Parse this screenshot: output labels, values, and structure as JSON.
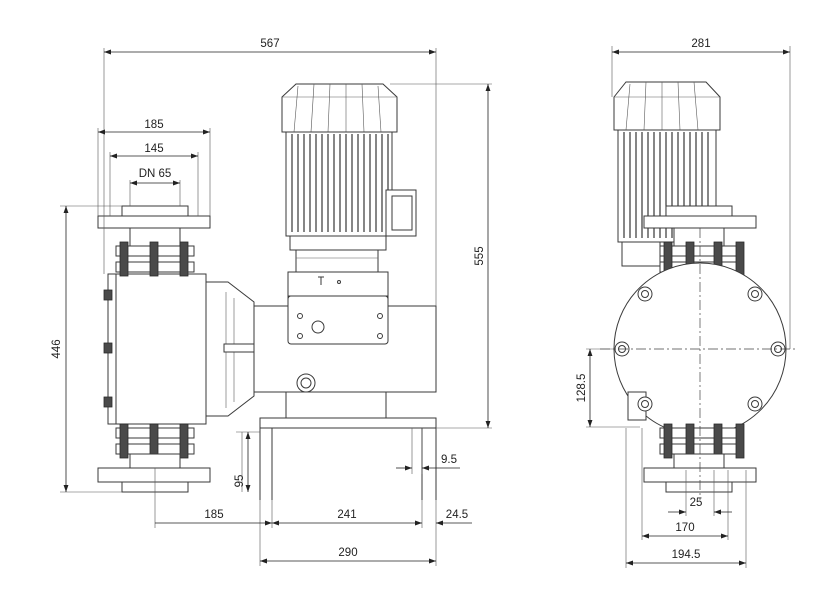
{
  "dimensions": {
    "overall_width": "567",
    "flange_outer": "185",
    "flange_bolt": "145",
    "nominal_diameter": "DN 65",
    "overall_height": "555",
    "inlet_outlet_height": "446",
    "inlet_height": "95",
    "offset_left": "185",
    "base_span": "241",
    "base_edge": "24.5",
    "hole_dia": "9.5",
    "base_width": "290",
    "side_width": "281",
    "side_height": "128.5",
    "side_center": "25",
    "side_base_half": "170",
    "side_base": "194.5"
  }
}
